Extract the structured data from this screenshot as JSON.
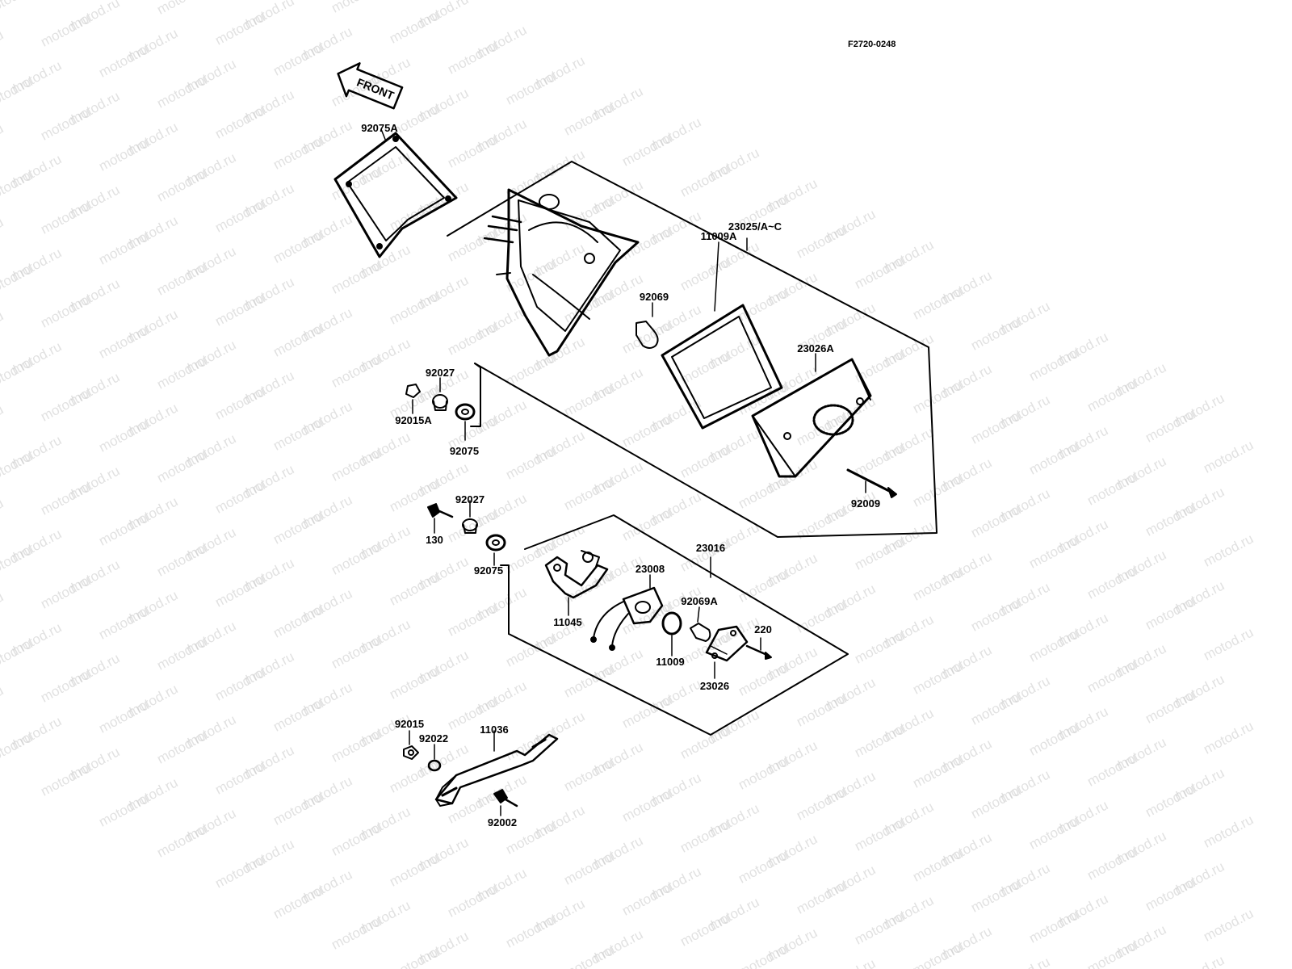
{
  "figure_id": "F2720-0248",
  "front_arrow_label": "FRONT",
  "watermark": "motod.ru",
  "labels": {
    "p92075A": "92075A",
    "p23025": "23025/A~C",
    "p92069": "92069",
    "p11009A": "11009A",
    "p23026A": "23026A",
    "p92027a": "92027",
    "p92015A": "92015A",
    "p92075a": "92075",
    "p92009": "92009",
    "p92027b": "92027",
    "p130": "130",
    "p92075b": "92075",
    "p23016": "23016",
    "p23008": "23008",
    "p11045": "11045",
    "p92069A": "92069A",
    "p220": "220",
    "p11009": "11009",
    "p23026": "23026",
    "p92015": "92015",
    "p92022": "92022",
    "p11036": "11036",
    "p92002": "92002"
  },
  "colors": {
    "line": "#000000",
    "watermark": "#c9c9c9",
    "background": "#ffffff"
  }
}
